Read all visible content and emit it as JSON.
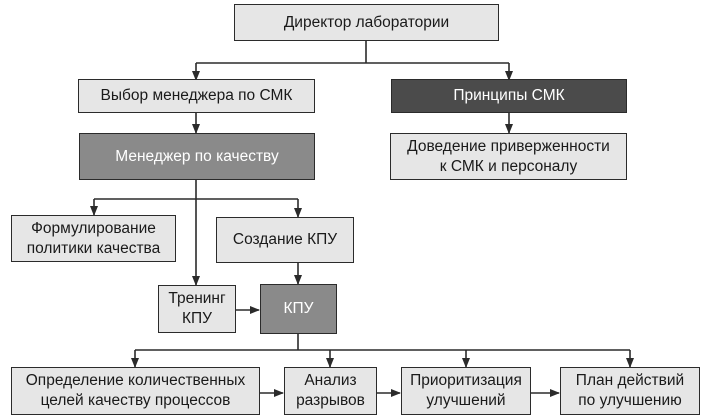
{
  "colors": {
    "light_fill": "#e6e6e6",
    "mid_fill": "#8a8a8a",
    "dark_fill": "#4b4b4b",
    "line": "#2b2b2b"
  },
  "nodes": {
    "director": "Директор лаборатории",
    "manager_choice": "Выбор менеджера по СМК",
    "qms_principles": "Принципы СМК",
    "quality_manager": "Менеджер по качеству",
    "commitment": {
      "line1": "Доведение приверженности",
      "line2": "к СМК и персоналу"
    },
    "policy": {
      "line1": "Формулирование",
      "line2": "политики качества"
    },
    "kpu_creation": "Создание КПУ",
    "kpu_training": {
      "line1": "Тренинг",
      "line2": "КПУ"
    },
    "kpu": "КПУ",
    "quantitative_goals": {
      "line1": "Определение количественных",
      "line2": "целей качеству процессов"
    },
    "gap_analysis": {
      "line1": "Анализ",
      "line2": "разрывов"
    },
    "prioritization": {
      "line1": "Приоритизация",
      "line2": "улучшений"
    },
    "action_plan": {
      "line1": "План действий",
      "line2": "по улучшению"
    }
  }
}
